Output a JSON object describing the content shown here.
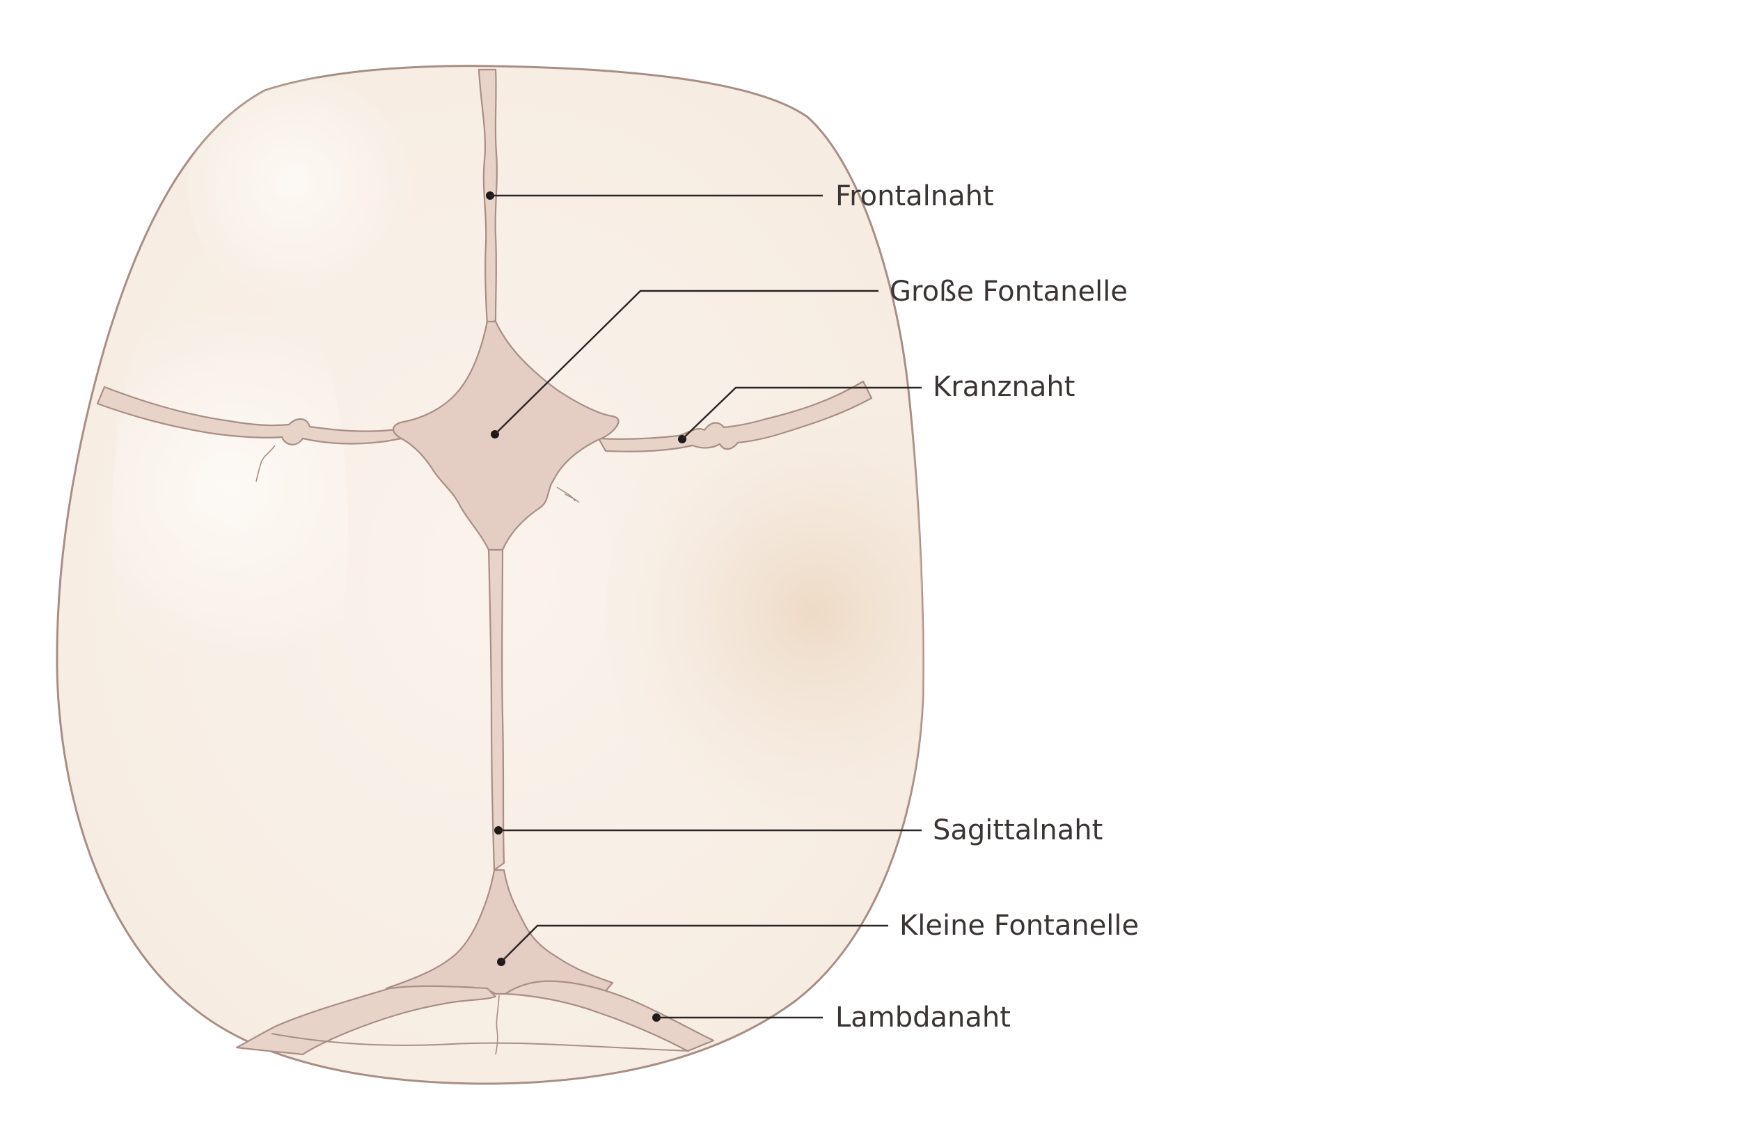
{
  "labels": {
    "frontalnaht": "Frontalnaht",
    "grosse_fontanelle": "Große Fontanelle",
    "kranznaht": "Kranznaht",
    "sagittalnaht": "Sagittalnaht",
    "kleine_fontanelle": "Kleine Fontanelle",
    "lambdanaht": "Lambdanaht"
  },
  "colors": {
    "bone": "#f8efe6",
    "bone_shadow": "#efdfcc",
    "suture": "#e7d3c8",
    "fontanelle": "#e4cdc2",
    "outline": "#a88e84",
    "leader": "#2a2422",
    "text": "#3a3433"
  }
}
